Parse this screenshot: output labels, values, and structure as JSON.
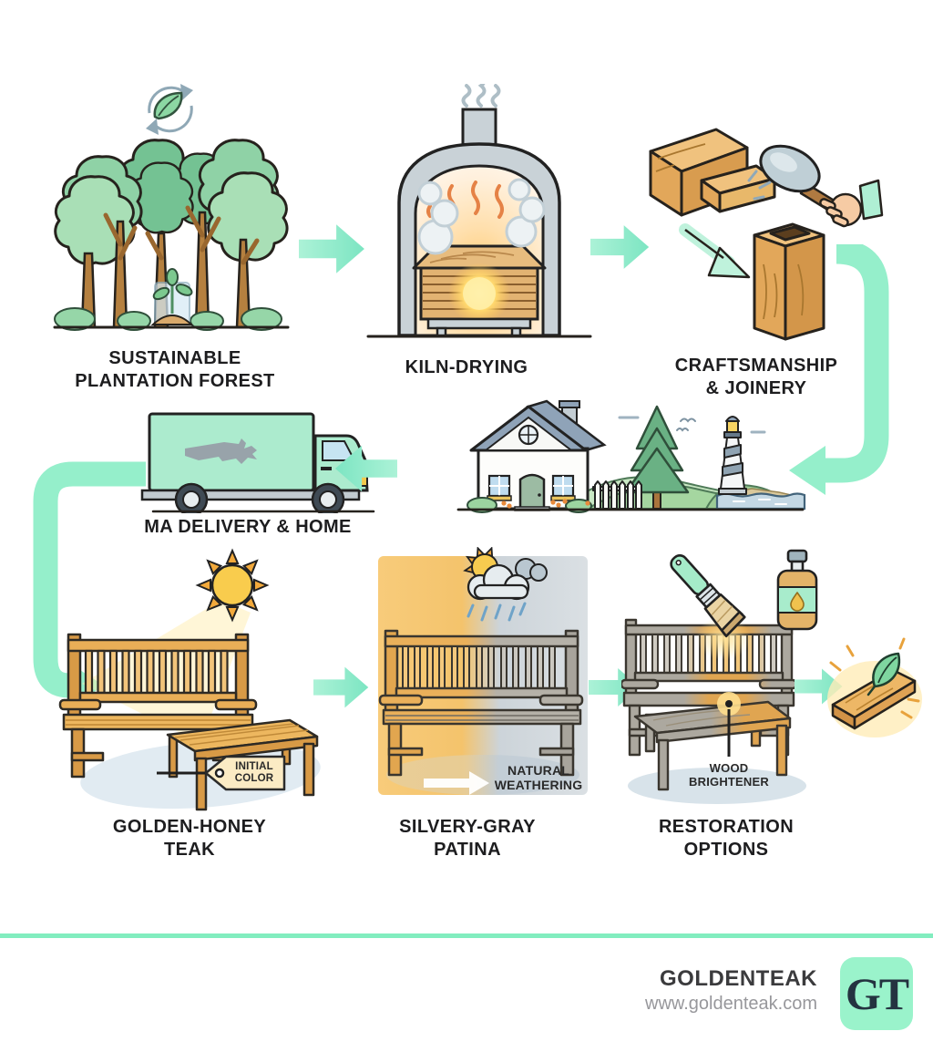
{
  "steps": [
    {
      "id": "plantation-forest",
      "label": "SUSTAINABLE\nPLANTATION FOREST"
    },
    {
      "id": "kiln-drying",
      "label": "KILN-DRYING"
    },
    {
      "id": "craftsmanship-joinery",
      "label": "CRAFTSMANSHIP\n& JOINERY"
    },
    {
      "id": "ma-delivery-home",
      "label": "MA DELIVERY & HOME"
    },
    {
      "id": "golden-honey-teak",
      "label": "GOLDEN-HONEY\nTEAK"
    },
    {
      "id": "silvery-gray-patina",
      "label": "SILVERY-GRAY\nPATINA"
    },
    {
      "id": "restoration-options",
      "label": "RESTORATION\nOPTIONS"
    }
  ],
  "annotations": {
    "initial_color": "INITIAL\nCOLOR",
    "natural_weathering": "NATURAL\nWEATHERING",
    "wood_brightener": "WOOD\nBRIGHTENER"
  },
  "footer": {
    "brand": "GOLDENTEAK",
    "website": "www.goldenteak.com",
    "logo_monogram": "GT"
  },
  "icons": [
    "leaf-recycle-icon",
    "sun-icon",
    "sun-rain-cloud-icon",
    "flow-arrow-icon",
    "massachusetts-map-icon",
    "leaf-sparkle-icon",
    "mallet-icon",
    "brush-icon",
    "bottle-icon"
  ],
  "colors": {
    "flow_arrow_mint": "#95EFCB",
    "divider_mint": "#82EDBF",
    "label_ink": "#1D1D1F",
    "teak_honey": "#E2A64F",
    "weathered_gray": "#A8A49C",
    "logo_bg": "#9AF3CB",
    "brand_text": "#3B3B3D",
    "website_text": "#97979B"
  }
}
